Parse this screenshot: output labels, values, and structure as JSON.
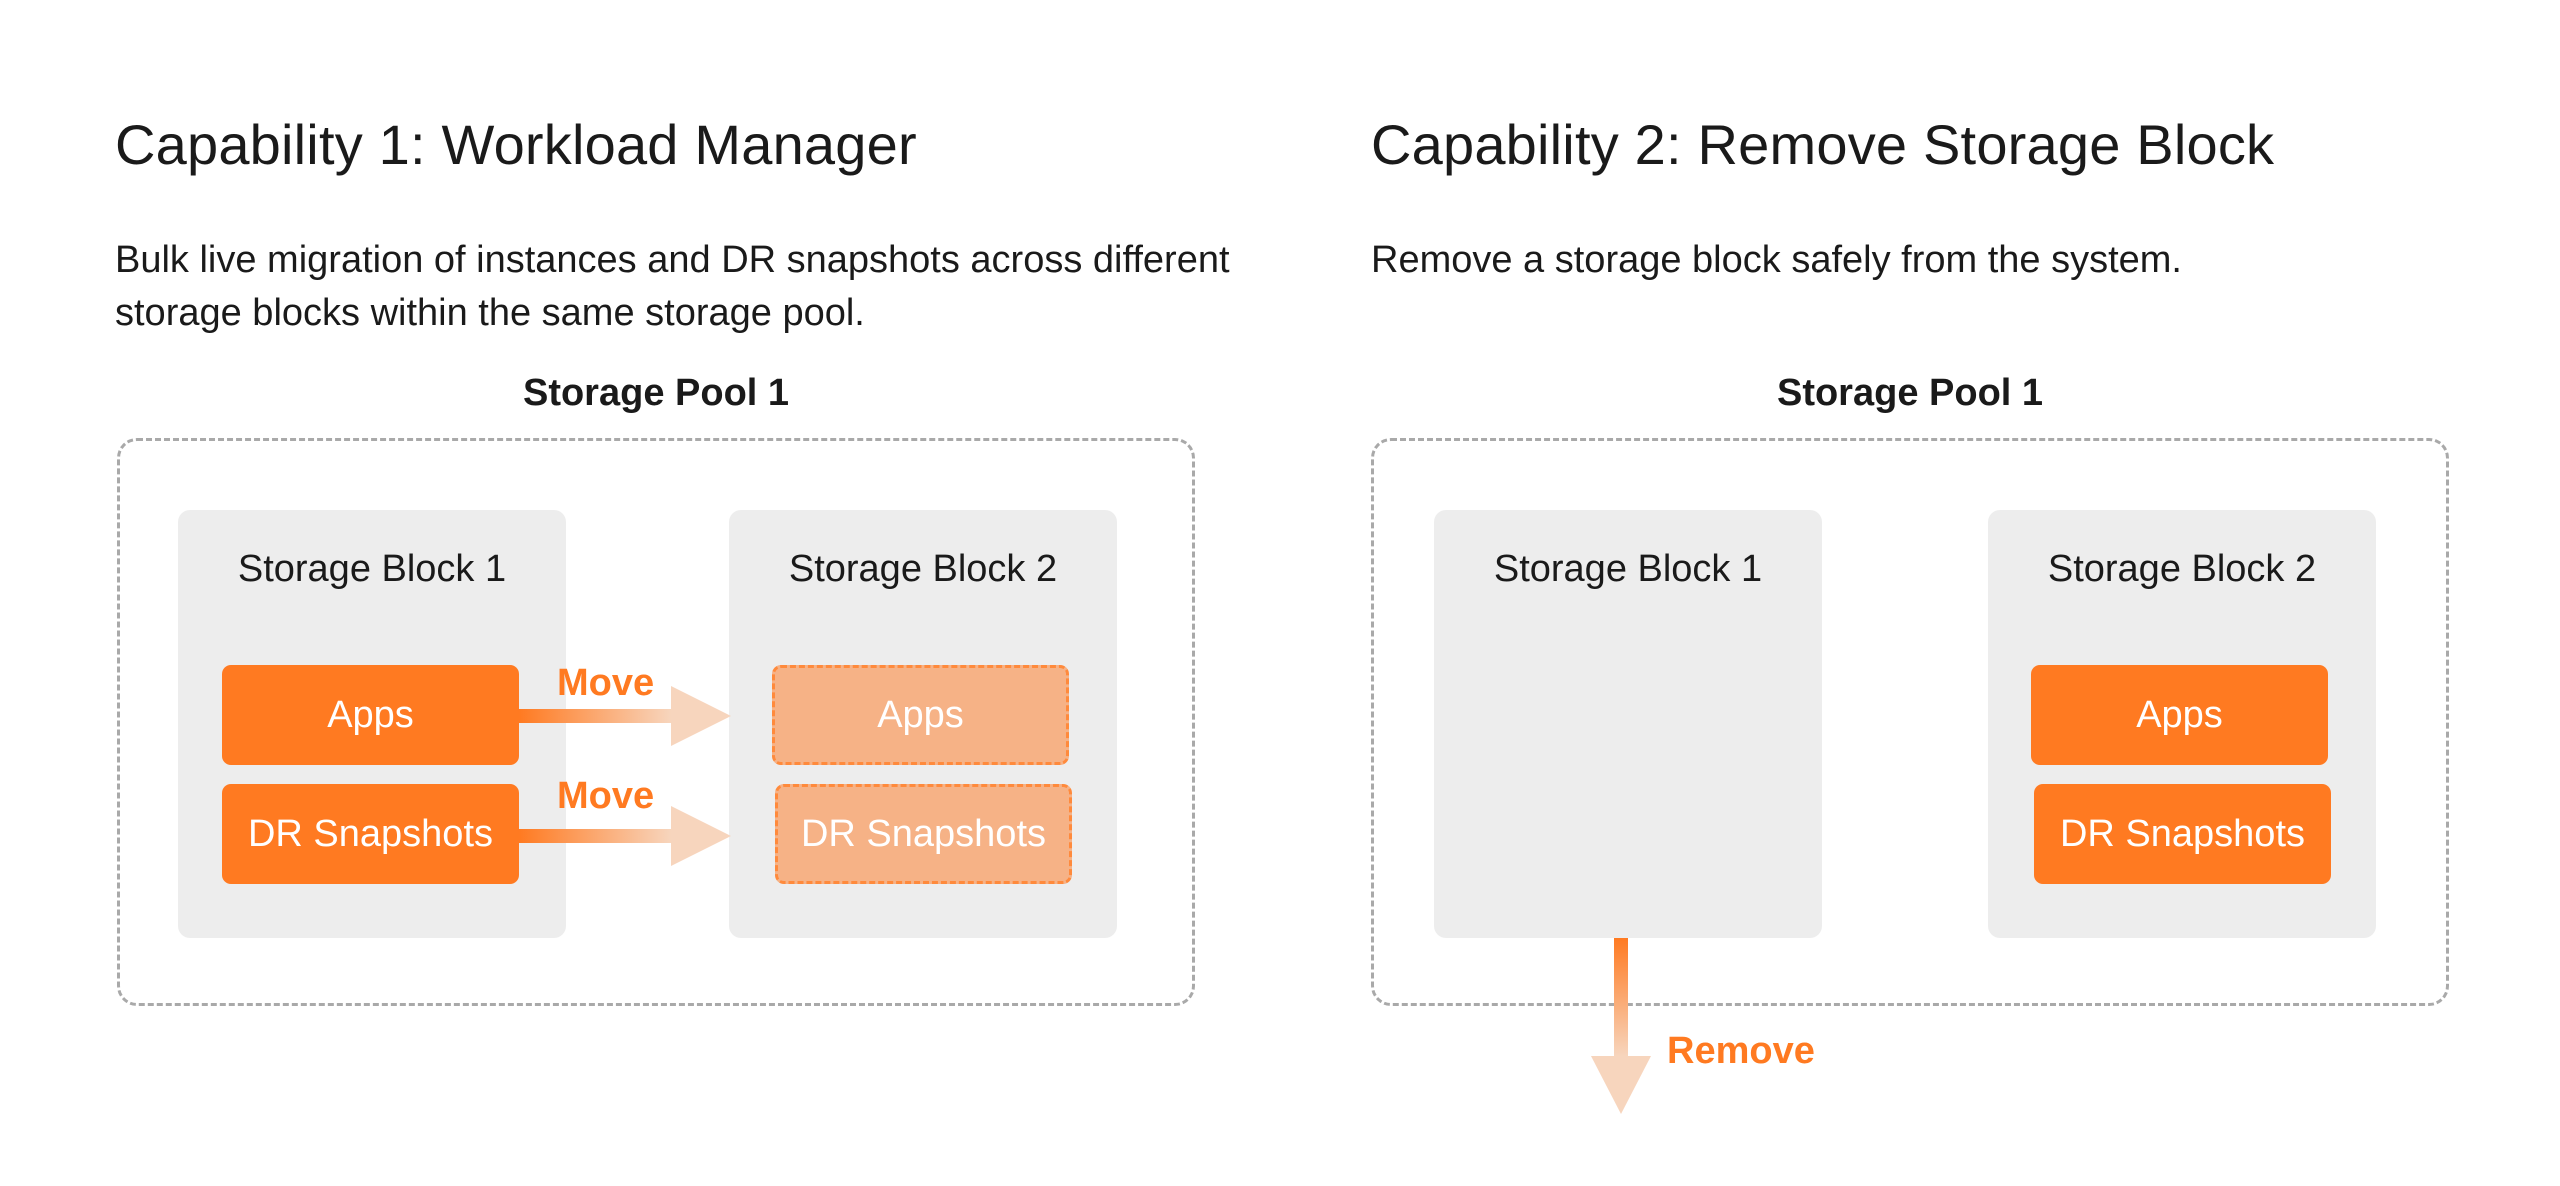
{
  "capability1": {
    "heading": "Capability 1: Workload Manager",
    "description": "Bulk live migration of instances and DR snapshots across different storage blocks within the same storage pool.",
    "pool_title": "Storage Pool 1",
    "block1": {
      "label": "Storage Block 1",
      "apps": "Apps",
      "dr": "DR Snapshots"
    },
    "block2": {
      "label": "Storage Block 2",
      "apps": "Apps",
      "dr": "DR Snapshots"
    },
    "move_label_1": "Move",
    "move_label_2": "Move"
  },
  "capability2": {
    "heading": "Capability 2: Remove Storage Block",
    "description": "Remove a storage block safely from the system.",
    "pool_title": "Storage Pool 1",
    "block1": {
      "label": "Storage Block 1"
    },
    "block2": {
      "label": "Storage Block 2",
      "apps": "Apps",
      "dr": "DR Snapshots"
    },
    "remove_label": "Remove"
  },
  "colors": {
    "accent": "#ff7a21",
    "ghost": "#f6b286",
    "block_bg": "#ededed",
    "pool_border": "#a9a9a9"
  }
}
